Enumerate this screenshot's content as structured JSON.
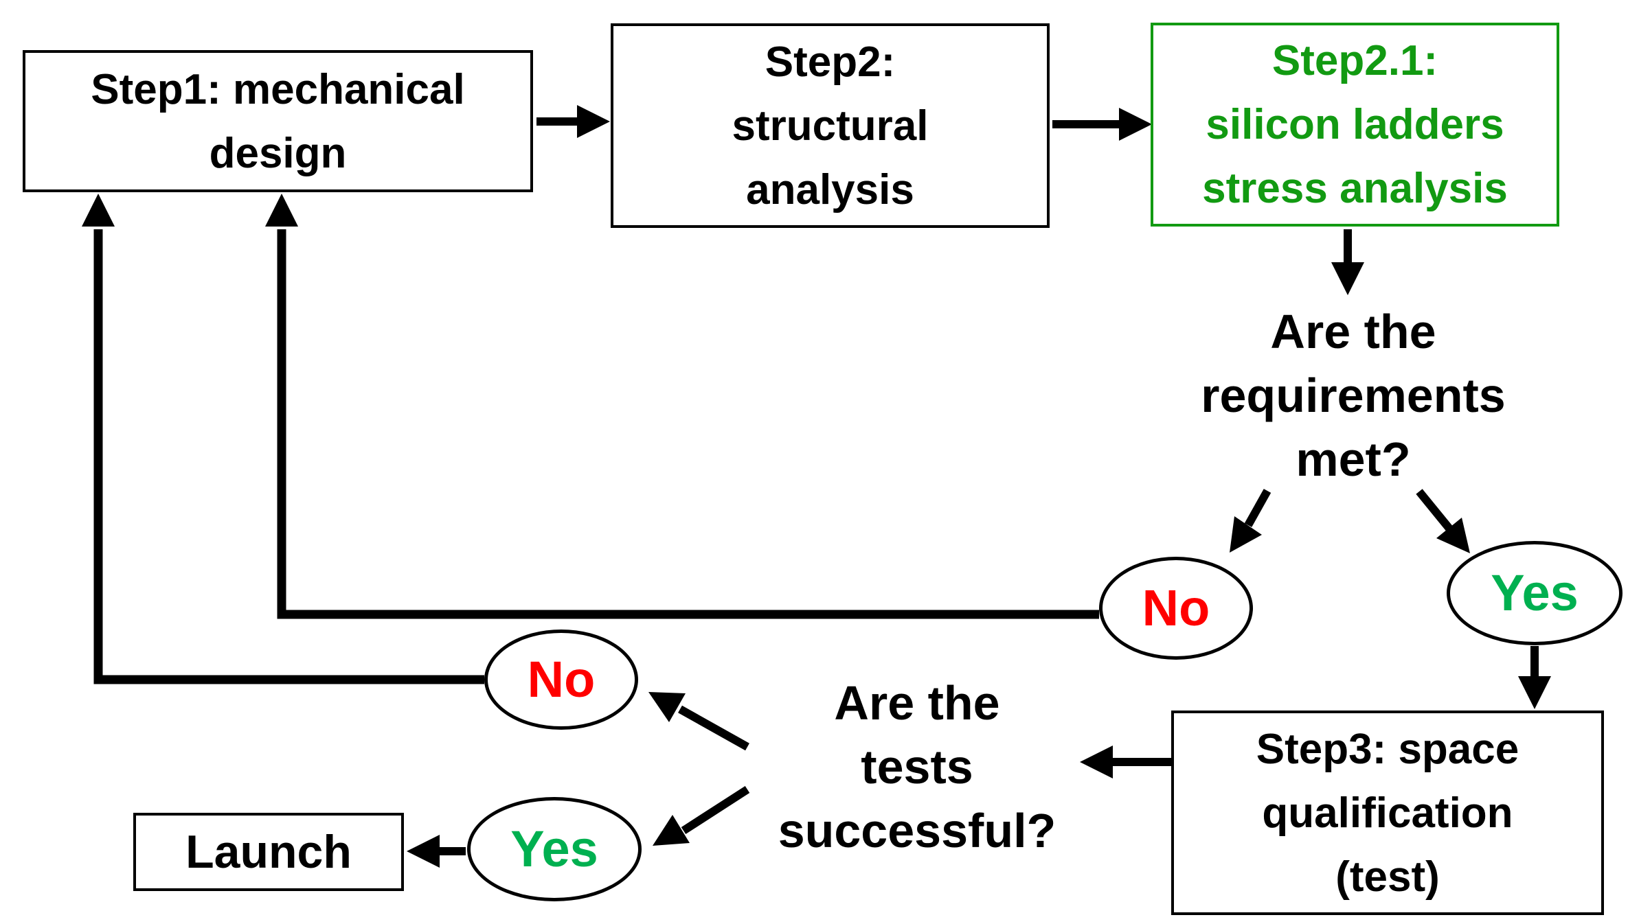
{
  "diagram": {
    "type": "flowchart",
    "background": "#FFFFFF",
    "colors": {
      "default_stroke": "#000000",
      "default_text": "#000000",
      "highlight_green": "#129A12",
      "yes_green": "#00B050",
      "no_red": "#FF0000"
    },
    "nodes": {
      "step1": {
        "shape": "rectangle",
        "label": "Step1: mechanical\ndesign"
      },
      "step2": {
        "shape": "rectangle",
        "label": "Step2:\nstructural\nanalysis"
      },
      "step2_1": {
        "shape": "rectangle",
        "label": "Step2.1:\nsilicon ladders\nstress analysis",
        "color": "#129A12"
      },
      "step3": {
        "shape": "rectangle",
        "label": "Step3: space\nqualification\n(test)"
      },
      "launch": {
        "shape": "rectangle",
        "label": "Launch"
      }
    },
    "questions": {
      "requirements": {
        "label": "Are the\nrequirements\nmet?"
      },
      "tests": {
        "label": "Are the\ntests\nsuccessful?"
      }
    },
    "decisions": {
      "req_no": {
        "shape": "ellipse",
        "label": "No",
        "color": "#FF0000"
      },
      "req_yes": {
        "shape": "ellipse",
        "label": "Yes",
        "color": "#00B050"
      },
      "test_no": {
        "shape": "ellipse",
        "label": "No",
        "color": "#FF0000"
      },
      "test_yes": {
        "shape": "ellipse",
        "label": "Yes",
        "color": "#00B050"
      }
    },
    "edges": [
      "step1 -> step2",
      "step2 -> step2_1",
      "step2_1 -> requirements",
      "requirements -> req_no",
      "requirements -> req_yes",
      "req_no -> step1",
      "req_yes -> step3",
      "step3 -> tests",
      "tests -> test_no",
      "tests -> test_yes",
      "test_no -> step1",
      "test_yes -> launch"
    ]
  }
}
